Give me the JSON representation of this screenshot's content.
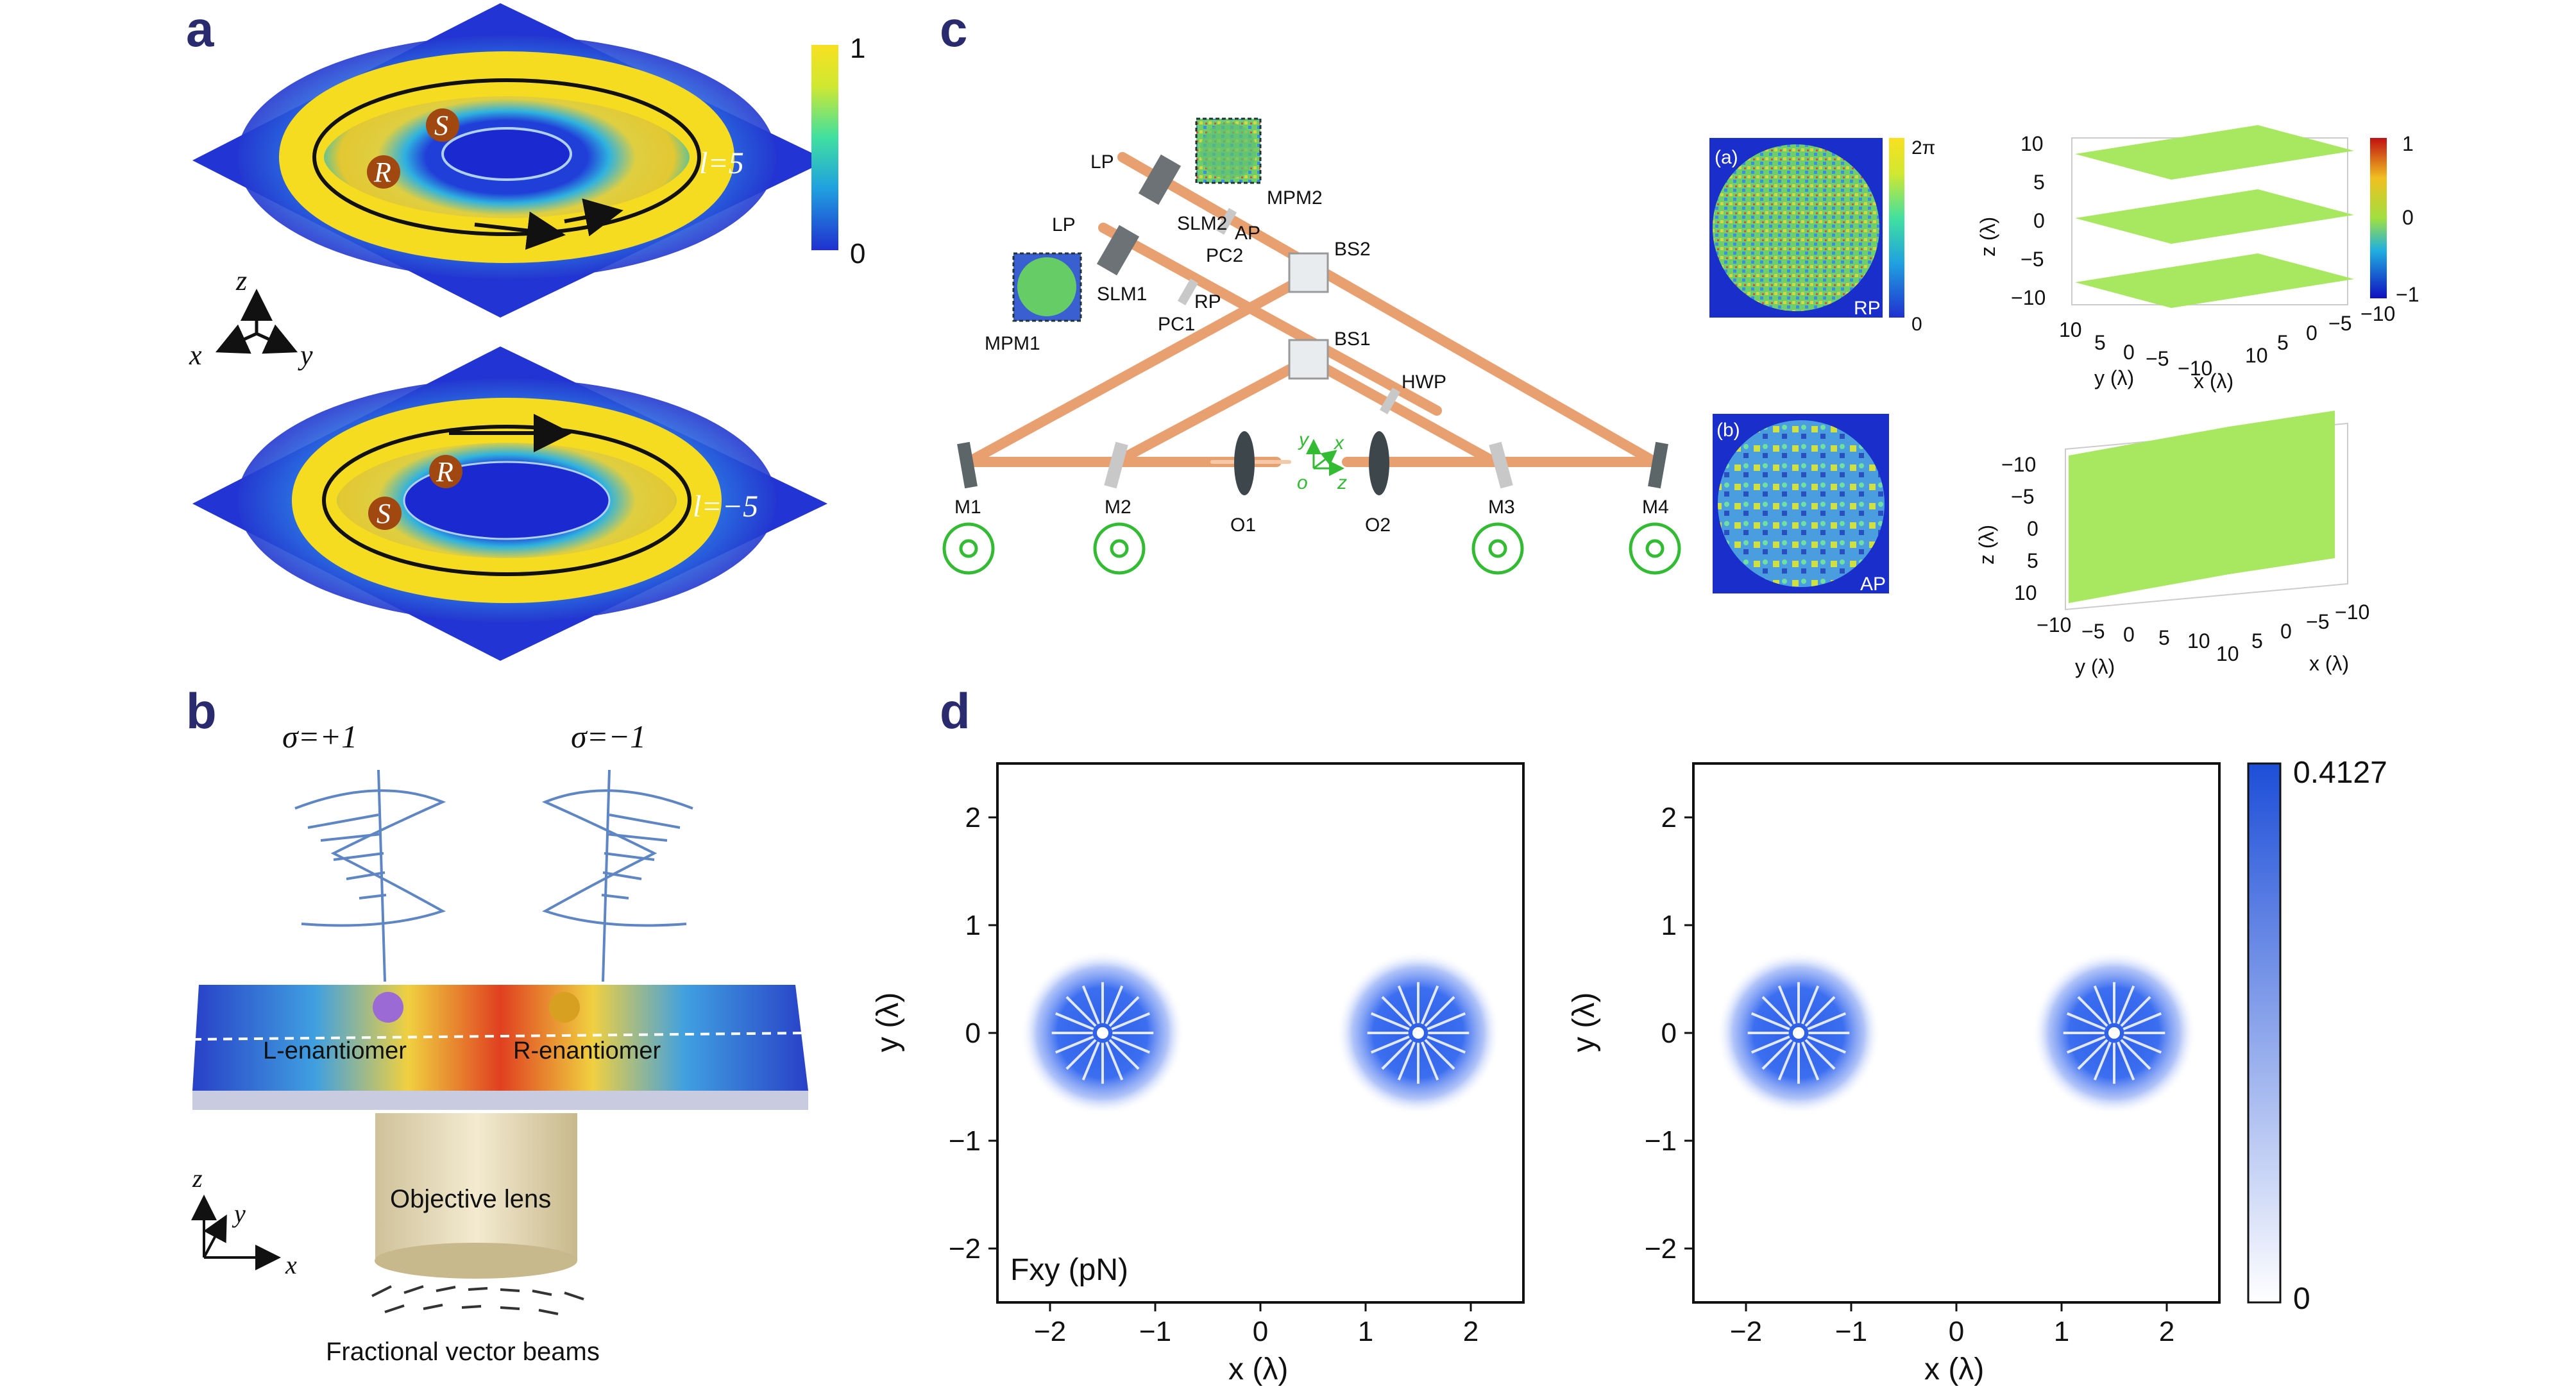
{
  "panels": {
    "a": "a",
    "b": "b",
    "c": "c",
    "d": "d"
  },
  "panel_a": {
    "colorbar_max": "1",
    "colorbar_min": "0",
    "top_label": "l=5",
    "bottom_label": "l=−5",
    "S": "S",
    "R": "R",
    "axes": {
      "z": "z",
      "x": "x",
      "y": "y"
    }
  },
  "panel_b": {
    "sigma_plus": "σ=+1",
    "sigma_minus": "σ=−1",
    "l_enantiomer": "L-enantiomer",
    "r_enantiomer": "R-enantiomer",
    "objective": "Objective lens",
    "fractional": "Fractional vector beams",
    "axes": {
      "z": "z",
      "y": "y",
      "x": "x"
    }
  },
  "panel_c": {
    "components": [
      "LP",
      "SLM2",
      "MPM2",
      "AP",
      "PC2",
      "BS2",
      "LP",
      "SLM1",
      "RP",
      "PC1",
      "MPM1",
      "BS1",
      "HWP",
      "M1",
      "M2",
      "O1",
      "O2",
      "M3",
      "M4"
    ],
    "coords": {
      "y": "y",
      "x": "x",
      "o": "o",
      "z": "z"
    },
    "inset_a": {
      "tag": "(a)",
      "label": "RP",
      "cb_max": "2π",
      "cb_min": "0"
    },
    "inset_b": {
      "tag": "(b)",
      "label": "AP"
    },
    "plot3d_top": {
      "z_ticks": [
        "10",
        "5",
        "0",
        "−5",
        "−10"
      ],
      "y_ticks": [
        "10",
        "5",
        "0",
        "−5",
        "−10"
      ],
      "x_ticks": [
        "10",
        "5",
        "0",
        "−5",
        "−10"
      ],
      "z_label": "z (λ)",
      "y_label": "y (λ)",
      "x_label": "x (λ)",
      "cb_ticks": [
        "1",
        "0",
        "−1"
      ]
    },
    "plot3d_bottom": {
      "z_ticks": [
        "−10",
        "−5",
        "0",
        "5",
        "10"
      ],
      "y_ticks": [
        "−10",
        "−5",
        "0",
        "5",
        "10"
      ],
      "x_ticks": [
        "10",
        "5",
        "0",
        "−5",
        "−10"
      ],
      "z_label": "z (λ)",
      "y_label": "y (λ)",
      "x_label": "x (λ)"
    }
  },
  "panel_d": {
    "x_ticks": [
      "−2",
      "−1",
      "0",
      "1",
      "2"
    ],
    "y_ticks": [
      "2",
      "1",
      "0",
      "−1",
      "−2"
    ],
    "xlabel": "x (λ)",
    "ylabel": "y (λ)",
    "annotation": "Fxy (pN)",
    "colorbar_max": "0.4127",
    "colorbar_min": "0"
  },
  "chart_data": [
    {
      "type": "heatmap",
      "title": "",
      "xlabel": "x (λ)",
      "ylabel": "y (λ)",
      "xlim": [
        -2.5,
        2.5
      ],
      "ylim": [
        -2.5,
        2.5
      ],
      "x_ticks": [
        -2,
        -1,
        0,
        1,
        2
      ],
      "y_ticks": [
        -2,
        -1,
        0,
        1,
        2
      ],
      "spots": [
        {
          "x": -1.5,
          "y": 0,
          "field": "inward"
        },
        {
          "x": 1.5,
          "y": 0,
          "field": "outward"
        }
      ],
      "colorbar": {
        "min": 0,
        "max": 0.4127
      },
      "annotation": "Fxy (pN)"
    },
    {
      "type": "heatmap",
      "title": "",
      "xlabel": "x (λ)",
      "ylabel": "y (λ)",
      "xlim": [
        -2.5,
        2.5
      ],
      "ylim": [
        -2.5,
        2.5
      ],
      "x_ticks": [
        -2,
        -1,
        0,
        1,
        2
      ],
      "y_ticks": [
        -2,
        -1,
        0,
        1,
        2
      ],
      "spots": [
        {
          "x": -1.5,
          "y": 0,
          "field": "outward"
        },
        {
          "x": 1.5,
          "y": 0,
          "field": "inward"
        }
      ],
      "colorbar": {
        "min": 0,
        "max": 0.4127
      }
    }
  ]
}
